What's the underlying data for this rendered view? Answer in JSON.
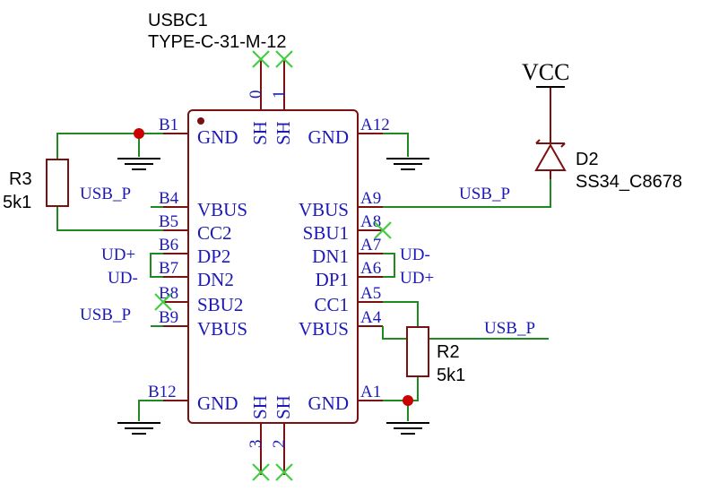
{
  "component": {
    "ref": "USBC1",
    "value": "TYPE-C-31-M-12",
    "left_pins": [
      {
        "num": "B1",
        "name": "GND"
      },
      {
        "num": "B4",
        "name": "VBUS"
      },
      {
        "num": "B5",
        "name": "CC2"
      },
      {
        "num": "B6",
        "name": "DP2"
      },
      {
        "num": "B7",
        "name": "DN2"
      },
      {
        "num": "B8",
        "name": "SBU2"
      },
      {
        "num": "B9",
        "name": "VBUS"
      },
      {
        "num": "B12",
        "name": "GND"
      }
    ],
    "right_pins": [
      {
        "num": "A12",
        "name": "GND"
      },
      {
        "num": "A9",
        "name": "VBUS"
      },
      {
        "num": "A8",
        "name": "SBU1"
      },
      {
        "num": "A7",
        "name": "DN1"
      },
      {
        "num": "A6",
        "name": "DP1"
      },
      {
        "num": "A5",
        "name": "CC1"
      },
      {
        "num": "A4",
        "name": "VBUS"
      },
      {
        "num": "A1",
        "name": "GND"
      }
    ],
    "top_pins": [
      {
        "num": "0",
        "name": "SH"
      },
      {
        "num": "1",
        "name": "SH"
      }
    ],
    "bottom_pins": [
      {
        "num": "3",
        "name": "SH"
      },
      {
        "num": "2",
        "name": "SH"
      }
    ]
  },
  "net_labels": {
    "usb_p_b4": "USB_P",
    "ud_plus_b6": "UD+",
    "ud_minus_b7": "UD-",
    "usb_p_b9": "USB_P",
    "usb_p_a9": "USB_P",
    "ud_minus_a7": "UD-",
    "ud_plus_a6": "UD+",
    "usb_p_a4": "USB_P"
  },
  "power": {
    "vcc": "VCC"
  },
  "resistors": {
    "r3_ref": "R3",
    "r3_value": "5k1",
    "r2_ref": "R2",
    "r2_value": "5k1"
  },
  "diode": {
    "ref": "D2",
    "value": "SS34_C8678"
  },
  "colors": {
    "pin_text": "#1c19b8",
    "body": "#7a1010",
    "wire": "#1f8a1f",
    "no_connect": "#44cc44",
    "junction": "#cc0000"
  }
}
